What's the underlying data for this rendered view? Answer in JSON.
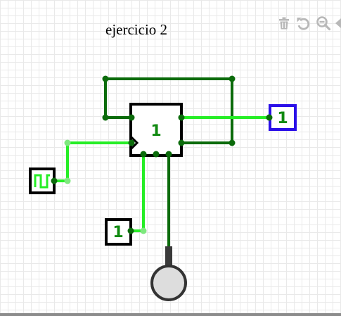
{
  "canvas": {
    "title": "ejercicio 2"
  },
  "toolbar": {
    "icons": [
      "trash-icon",
      "undo-icon",
      "zoom-out-icon",
      "arrow-left-icon"
    ]
  },
  "circuit": {
    "flipflop_state": "1",
    "output_value": "1",
    "input_value": "1",
    "colors": {
      "wire_high": "#26ee26",
      "wire_low": "#0b6b0b",
      "output_border": "#2a0fe8",
      "label_green": "#118a11",
      "led_fill": "#dddddd"
    }
  }
}
